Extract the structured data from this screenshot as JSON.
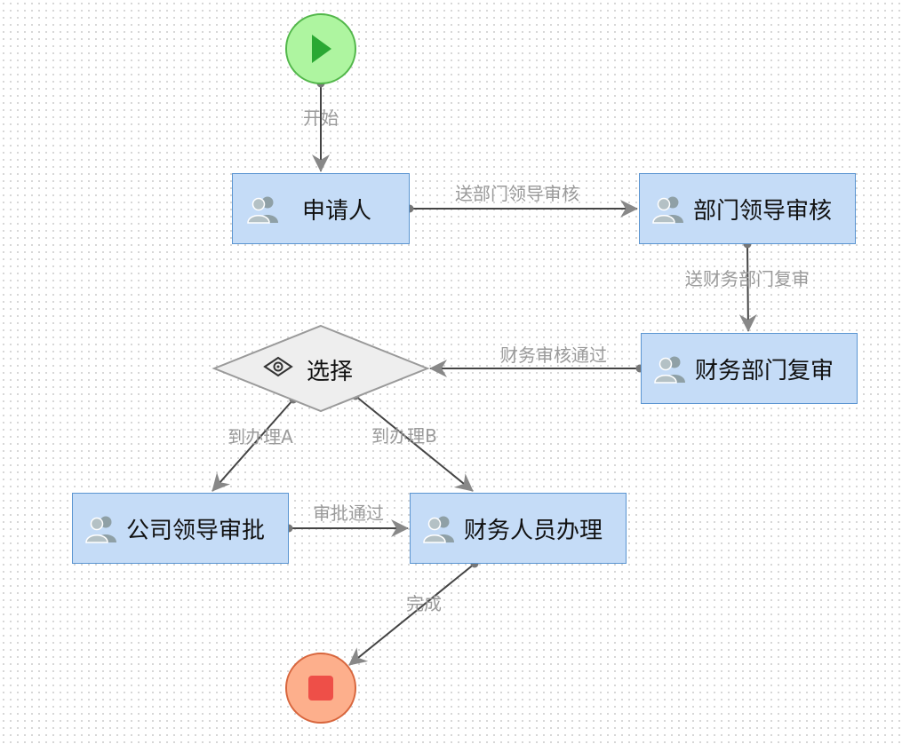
{
  "diagram": {
    "nodes": {
      "start": {
        "type": "start-event",
        "color": "#aef5a0",
        "border": "#52b74a",
        "icon": "play-icon"
      },
      "applicant": {
        "type": "user-task",
        "label": "申请人",
        "icon": "users-icon"
      },
      "dept_review": {
        "type": "user-task",
        "label": "部门领导审核",
        "icon": "users-icon"
      },
      "finance_review": {
        "type": "user-task",
        "label": "财务部门复审",
        "icon": "users-icon"
      },
      "choice": {
        "type": "exclusive-gateway",
        "label": "选择",
        "icon": "gateway-eye-icon"
      },
      "company_approval": {
        "type": "user-task",
        "label": "公司领导审批",
        "icon": "users-icon"
      },
      "finance_staff": {
        "type": "user-task",
        "label": "财务人员办理",
        "icon": "users-icon"
      },
      "end": {
        "type": "end-event",
        "color": "#fdaf8c",
        "border": "#d8663d",
        "icon": "stop-icon"
      }
    },
    "edges": [
      {
        "id": "e_start",
        "from": "start",
        "to": "applicant",
        "label": "开始"
      },
      {
        "id": "e_send_dept",
        "from": "applicant",
        "to": "dept_review",
        "label": "送部门领导审核"
      },
      {
        "id": "e_send_finance",
        "from": "dept_review",
        "to": "finance_review",
        "label": "送财务部门复审"
      },
      {
        "id": "e_finance_pass",
        "from": "finance_review",
        "to": "choice",
        "label": "财务审核通过"
      },
      {
        "id": "e_to_a",
        "from": "choice",
        "to": "company_approval",
        "label": "到办理A"
      },
      {
        "id": "e_to_b",
        "from": "choice",
        "to": "finance_staff",
        "label": "到办理B"
      },
      {
        "id": "e_approved",
        "from": "company_approval",
        "to": "finance_staff",
        "label": "审批通过"
      },
      {
        "id": "e_done",
        "from": "finance_staff",
        "to": "end",
        "label": "完成"
      }
    ],
    "colors": {
      "task_fill": "#c5dcf7",
      "task_border": "#5b95d1",
      "gateway_fill": "#eeeeee",
      "gateway_border": "#9a9a9a",
      "edge_line": "#444444",
      "edge_label": "#9a9a9a"
    }
  }
}
